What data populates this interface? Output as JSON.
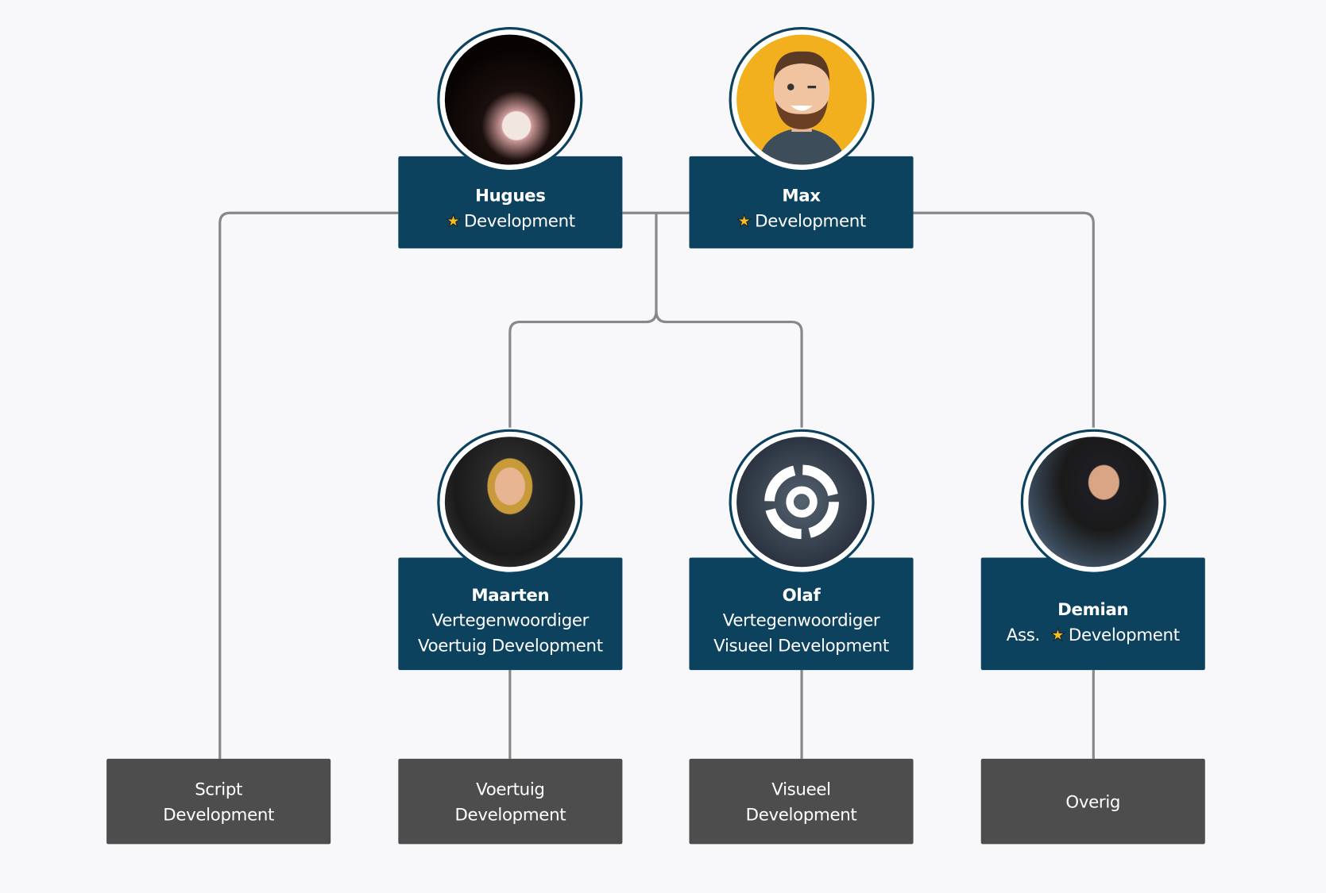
{
  "colors": {
    "navy": "#0d425f",
    "gray_box": "#4d4d4d",
    "line": "#888888",
    "star": "#f5be25"
  },
  "people": [
    {
      "name": "Hugues",
      "role_prefix": "",
      "role": "Development",
      "star": true,
      "lines": [],
      "avatar": "cat-photo"
    },
    {
      "name": "Max",
      "role_prefix": "",
      "role": "Development",
      "star": true,
      "lines": [],
      "avatar": "cartoon-man"
    },
    {
      "name": "Maarten",
      "lines": [
        "Vertegenwoordiger",
        "Voertuig Development"
      ],
      "avatar": "young-man-photo"
    },
    {
      "name": "Olaf",
      "lines": [
        "Vertegenwoordiger",
        "Visueel Development"
      ],
      "avatar": "logo-emblem"
    },
    {
      "name": "Demian",
      "role_prefix": "Ass.",
      "role": "Development",
      "star": true,
      "lines": [],
      "avatar": "man-sunglasses-photo"
    }
  ],
  "departments": [
    {
      "lines": [
        "Script",
        "Development"
      ]
    },
    {
      "lines": [
        "Voertuig",
        "Development"
      ]
    },
    {
      "lines": [
        "Visueel",
        "Development"
      ]
    },
    {
      "lines": [
        "Overig"
      ]
    }
  ]
}
